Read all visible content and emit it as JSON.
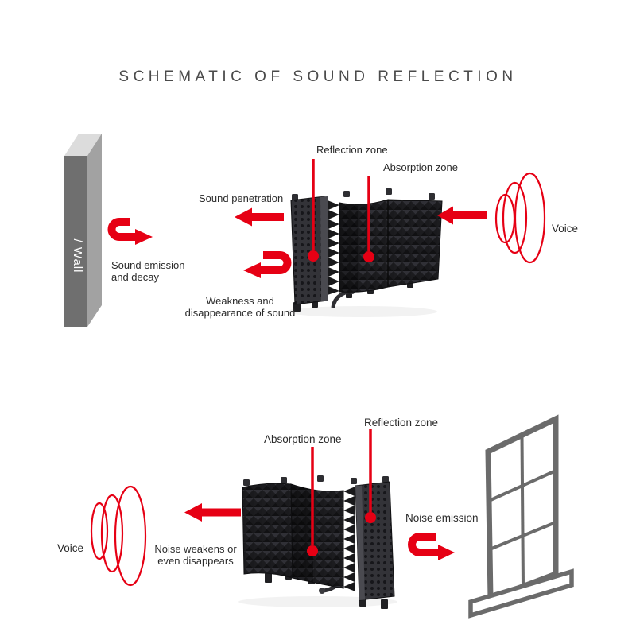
{
  "title": "SCHEMATIC OF SOUND REFLECTION",
  "colors": {
    "accent_red": "#e60014",
    "text_dark": "#2b2b2b",
    "title_color": "#4a4a4a",
    "wall_front": "#6f6f6f",
    "wall_side": "#a2a2a2",
    "wall_top": "#dcdcdc",
    "window_gray": "#6b6b6b",
    "wall_text": "#ffffff"
  },
  "top_diagram": {
    "wall_label": "/ Wall",
    "sound_emission_line1": "Sound emission",
    "sound_emission_line2": "and decay",
    "sound_penetration": "Sound penetration",
    "weakness_line1": "Weakness and",
    "weakness_line2": "disappearance of sound",
    "reflection_zone": "Reflection zone",
    "absorption_zone": "Absorption zone",
    "voice": "Voice"
  },
  "bottom_diagram": {
    "voice": "Voice",
    "noise_weakens_line1": "Noise weakens or",
    "noise_weakens_line2": "even disappears",
    "absorption_zone": "Absorption zone",
    "reflection_zone": "Reflection zone",
    "noise_emission": "Noise emission"
  }
}
